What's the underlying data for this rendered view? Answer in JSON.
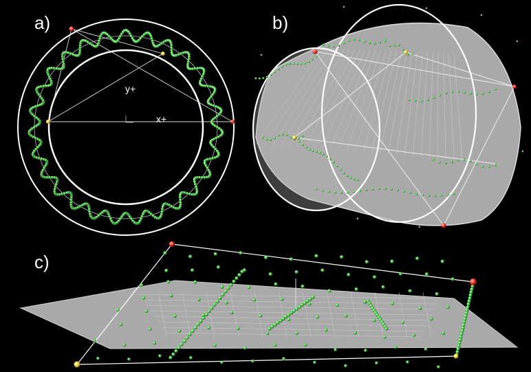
{
  "panels": {
    "a": {
      "label": "a)",
      "axis_y": "y+",
      "axis_x": "x+"
    },
    "b": {
      "label": "b)"
    },
    "c": {
      "label": "c)"
    }
  },
  "colors": {
    "background": "#000000",
    "ring": "#ffffff",
    "bead": "#5ed65a",
    "bead_highlight": "#c8ffc0",
    "surface": "#a9a9a9",
    "marker_red": "#ff3a2e",
    "marker_yellow": "#ffe34a"
  }
}
